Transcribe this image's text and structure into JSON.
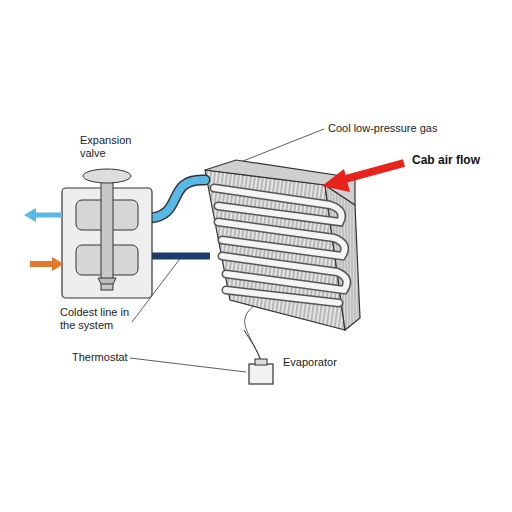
{
  "diagram": {
    "labels": [
      "Expansion valve",
      "Cool low-pressure gas",
      "Cab air flow",
      "Coldest line in the system",
      "Thermostat",
      "Evaporator"
    ]
  }
}
